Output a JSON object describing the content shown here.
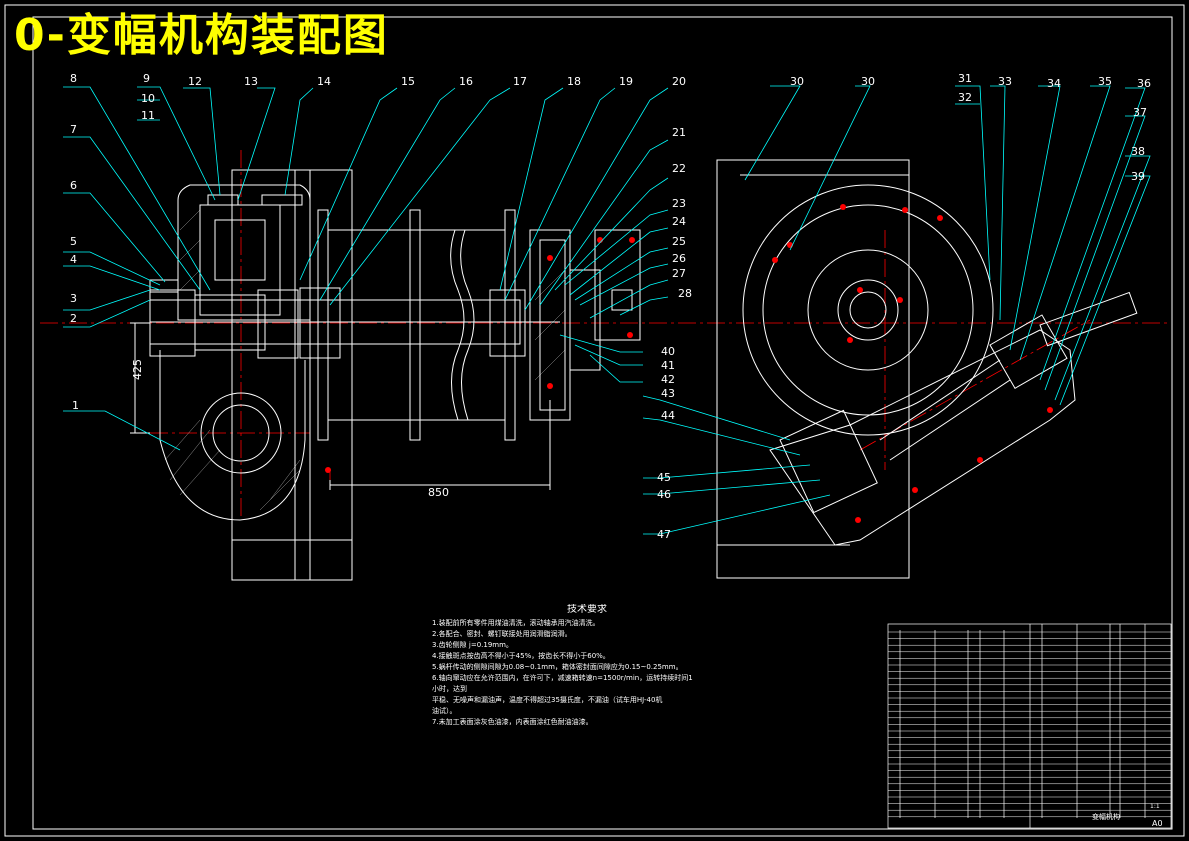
{
  "title": "0-变幅机构装配图",
  "colors": {
    "background": "#000000",
    "outline": "#ffffff",
    "leader": "#00ffff",
    "centerline": "#ff0000",
    "title": "#ffff00",
    "hole": "#ff0000"
  },
  "callouts_left": [
    "1",
    "2",
    "3",
    "4",
    "5",
    "6",
    "7",
    "8",
    "9",
    "10",
    "11",
    "12",
    "13",
    "14",
    "15",
    "16",
    "17",
    "18",
    "19",
    "20",
    "21",
    "22",
    "23",
    "24",
    "25",
    "26",
    "27",
    "28",
    "40",
    "41",
    "42",
    "43",
    "44",
    "45",
    "46",
    "47"
  ],
  "callouts_right": [
    "30",
    "30",
    "31",
    "32",
    "33",
    "34",
    "35",
    "36",
    "37",
    "38",
    "39"
  ],
  "dimensions": {
    "vertical": "425",
    "horizontal": "850"
  },
  "tech_notes": {
    "heading": "技术要求",
    "lines": [
      "1.装配前所有零件用煤油清洗，滚动轴承用汽油清洗。",
      "2.各配合、密封、螺钉联接处用润滑脂润滑。",
      "3.齿轮侧隙 j=0.19mm。",
      "4.接触斑点按齿高不得小于45%，按齿长不得小于60%。",
      "5.蜗杆传动的侧隙间隙为0.08~0.1mm，箱体密封面间隙应为0.15~0.25mm。",
      "6.轴向窜动应在允许范围内，在许可下，减速箱转速n=1500r/min，运转持续时间1",
      "小时，达到",
      "  平稳、无噪声和漏油声，温度不得超过35摄氏度，不漏油（试车用HJ-40机",
      "油试）。",
      "7.未加工表面涂灰色油漆，内表面涂红色耐油油漆。"
    ]
  },
  "title_block_label": "变幅机构",
  "scale_label": "1:1",
  "sheet_label": "A0"
}
